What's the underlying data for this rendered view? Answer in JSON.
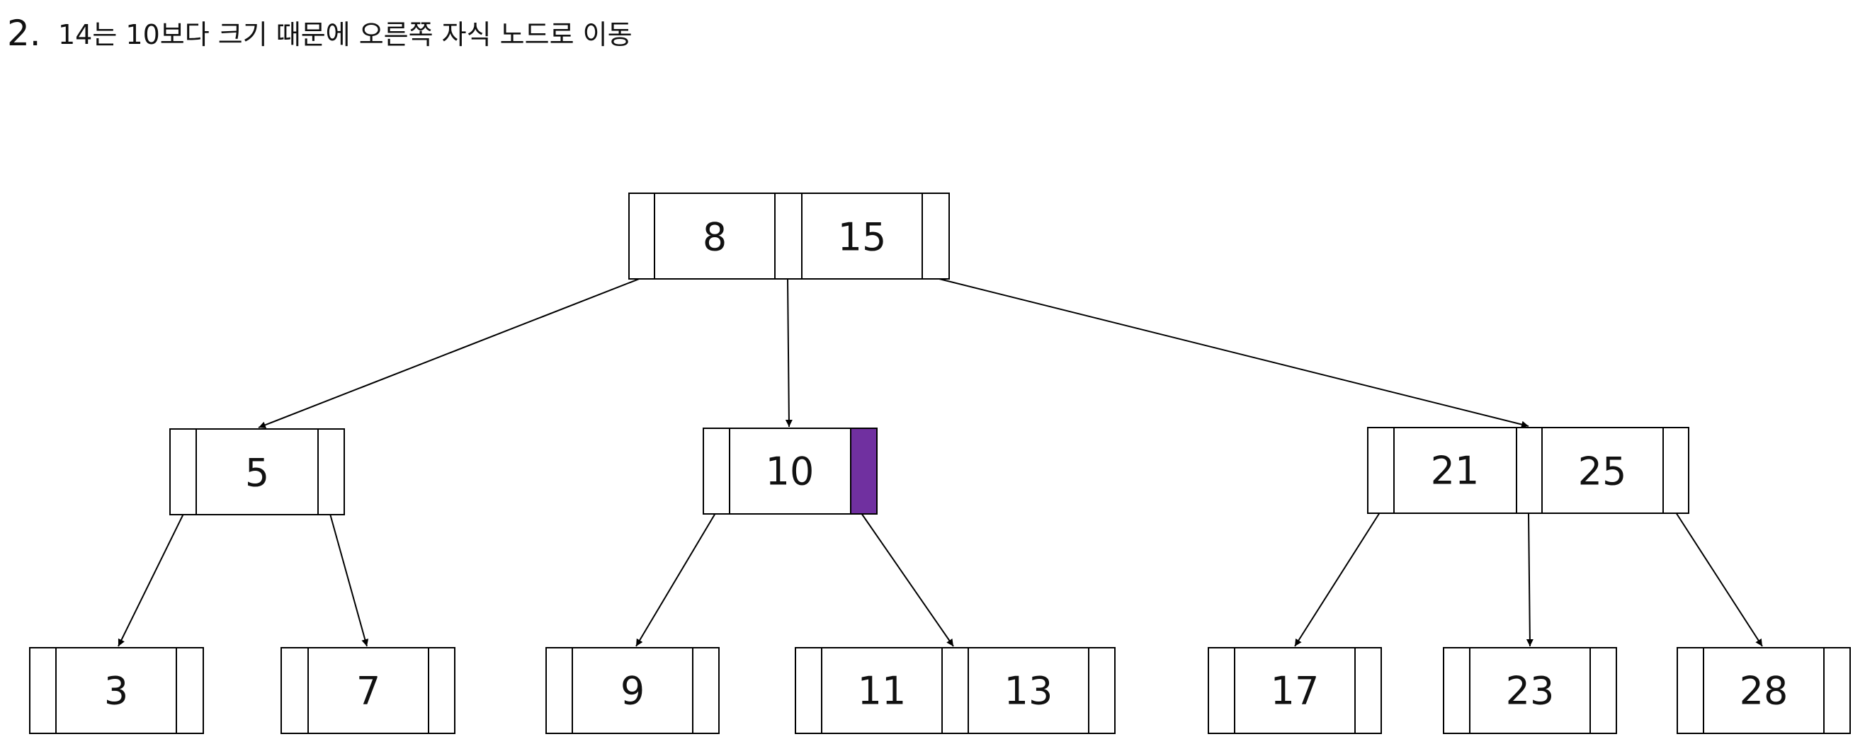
{
  "step": {
    "number": "2.",
    "text": "14는 10보다 크기 때문에 오른쪽 자식 노드로 이동"
  },
  "colors": {
    "highlight": "#7030a0",
    "stroke": "#000000",
    "text": "#111111"
  },
  "tree": {
    "root": {
      "keys": [
        "8",
        "15"
      ]
    },
    "level1": [
      {
        "keys": [
          "5"
        ]
      },
      {
        "keys": [
          "10"
        ],
        "highlighted_pointer": "right"
      },
      {
        "keys": [
          "21",
          "25"
        ]
      }
    ],
    "leaves": [
      {
        "keys": [
          "3"
        ]
      },
      {
        "keys": [
          "7"
        ]
      },
      {
        "keys": [
          "9"
        ]
      },
      {
        "keys": [
          "11",
          "13"
        ]
      },
      {
        "keys": [
          "17"
        ]
      },
      {
        "keys": [
          "23"
        ]
      },
      {
        "keys": [
          "28"
        ]
      }
    ]
  }
}
